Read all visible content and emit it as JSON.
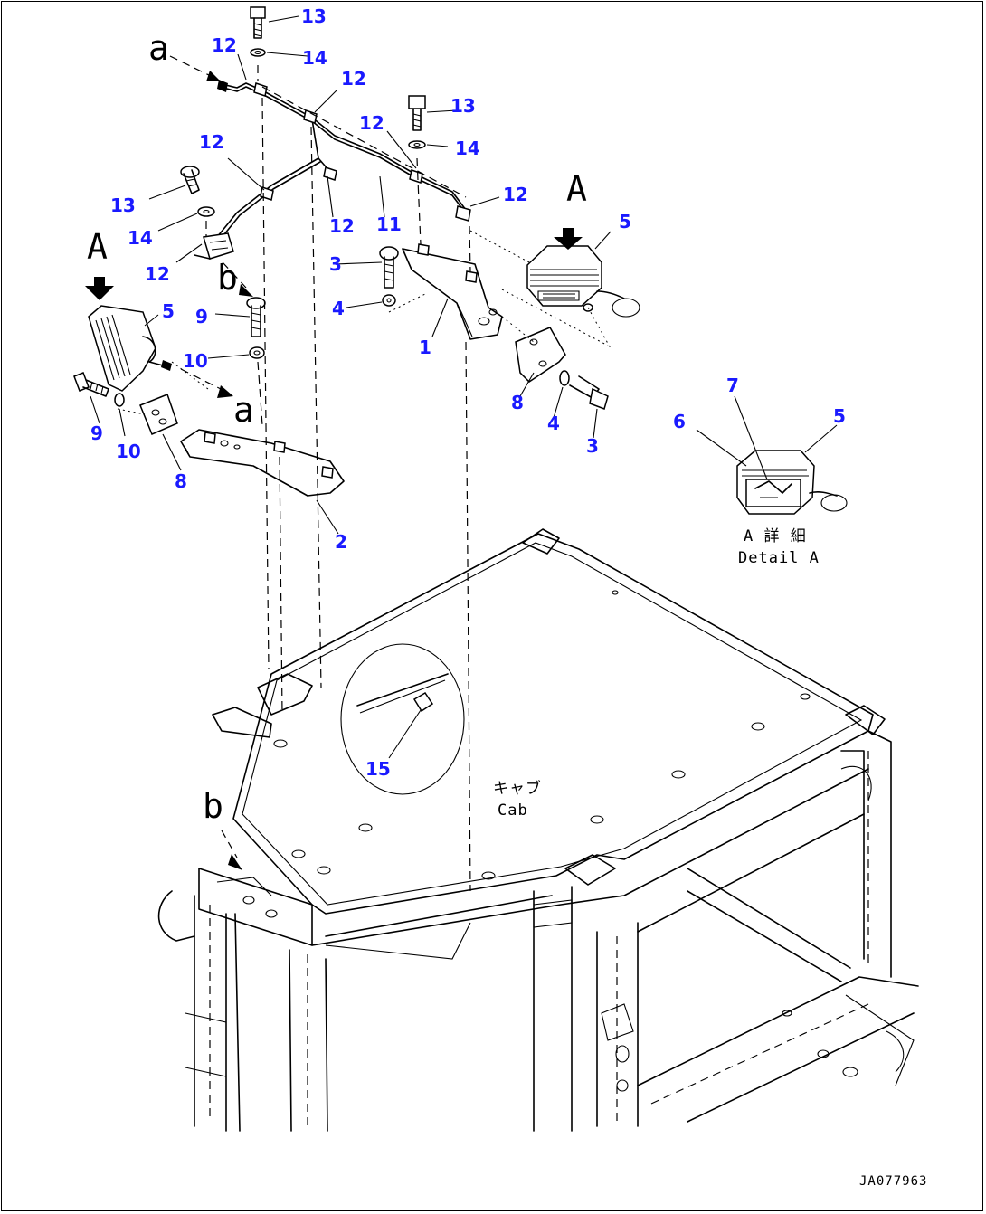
{
  "callouts": {
    "c1": "1",
    "c2": "2",
    "c3a": "3",
    "c3b": "3",
    "c4a": "4",
    "c4b": "4",
    "c5a": "5",
    "c5b": "5",
    "c5c": "5",
    "c6": "6",
    "c7": "7",
    "c8a": "8",
    "c8b": "8",
    "c9a": "9",
    "c9b": "9",
    "c10a": "10",
    "c10b": "10",
    "c11": "11",
    "c12a": "12",
    "c12b": "12",
    "c12c": "12",
    "c12d": "12",
    "c12e": "12",
    "c12f": "12",
    "c12g": "12",
    "c13a": "13",
    "c13b": "13",
    "c13c": "13",
    "c14a": "14",
    "c14b": "14",
    "c14c": "14",
    "c15": "15"
  },
  "letters": {
    "a_top": "a",
    "a_mid": "a",
    "b_mid": "b",
    "b_low": "b",
    "A_left": "A",
    "A_right": "A"
  },
  "labels": {
    "detail_jp": "A 詳 細",
    "detail_en": "Detail A",
    "cab_jp": "キャブ",
    "cab_en": "Cab",
    "drawing_no": "JA077963"
  },
  "colors": {
    "callout": "#1a1aff",
    "line": "#000000"
  }
}
